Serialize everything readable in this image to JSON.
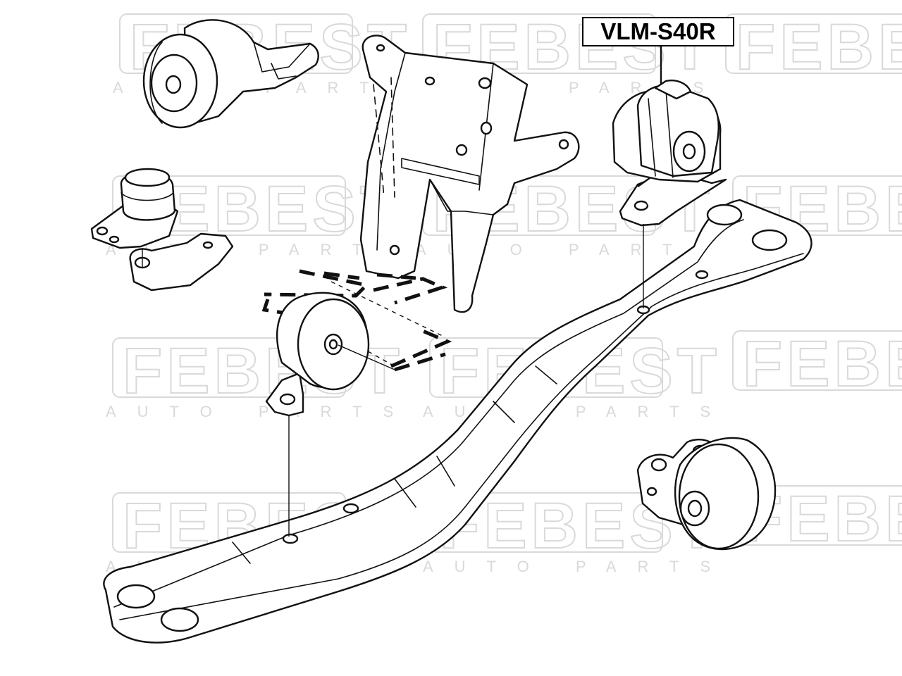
{
  "diagram": {
    "part_label": "VLM-S40R",
    "watermark": {
      "brand": "FEBEST",
      "tagline": "AUTO PARTS",
      "color": "#d9d9d9"
    },
    "components": [
      "front-left-engine-mount",
      "left-transmission-mount",
      "upper-bracket-assembly",
      "center-transmission-mount",
      "right-transmission-mount-vlm-s40r",
      "transmission-crossmember",
      "rear-right-bushing-mount"
    ]
  }
}
